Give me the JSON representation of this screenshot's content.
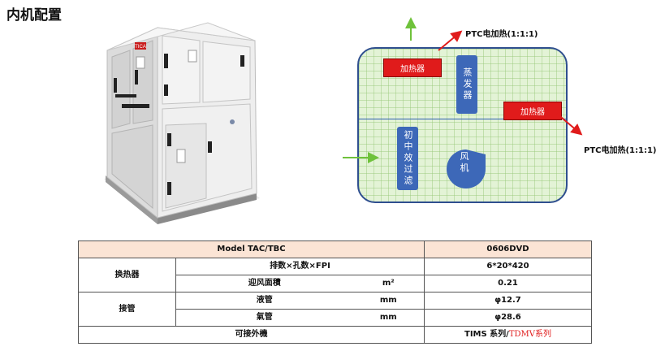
{
  "page": {
    "title": "内机配置"
  },
  "photo": {
    "logo_text": "TICA"
  },
  "schematic": {
    "heater_top_label": "加热器",
    "heater_right_label": "加热器",
    "evaporator_label": "蒸发器",
    "filter_label": "初中效过滤",
    "fan_label": "风机",
    "ptc_top_label": "PTC电加热(1:1:1)",
    "ptc_right_label": "PTC电加热(1:1:1)",
    "colors": {
      "heater": "#e01b1b",
      "block": "#3d68b8",
      "arrow_green": "#6fc23b",
      "arrow_red": "#e01b1b",
      "grid_bg": "#e3f3d6"
    }
  },
  "table": {
    "header": {
      "model_label": "Model TAC/TBC",
      "model_value": "0606DVD"
    },
    "heat_exchanger": {
      "group": "换热器",
      "row1_label": "排数×孔数×FPI",
      "row1_value": "6*20*420",
      "row2_label": "迎风面積",
      "row2_unit": "m²",
      "row2_value": "0.21"
    },
    "pipes": {
      "group": "接管",
      "row1_label": "液管",
      "row1_unit": "mm",
      "row1_value": "φ12.7",
      "row2_label": "氣管",
      "row2_unit": "mm",
      "row2_value": "φ28.6"
    },
    "connectable": {
      "label": "可接外機",
      "value_a": "TIMS 系列/",
      "value_b": "TDMV系列"
    }
  }
}
